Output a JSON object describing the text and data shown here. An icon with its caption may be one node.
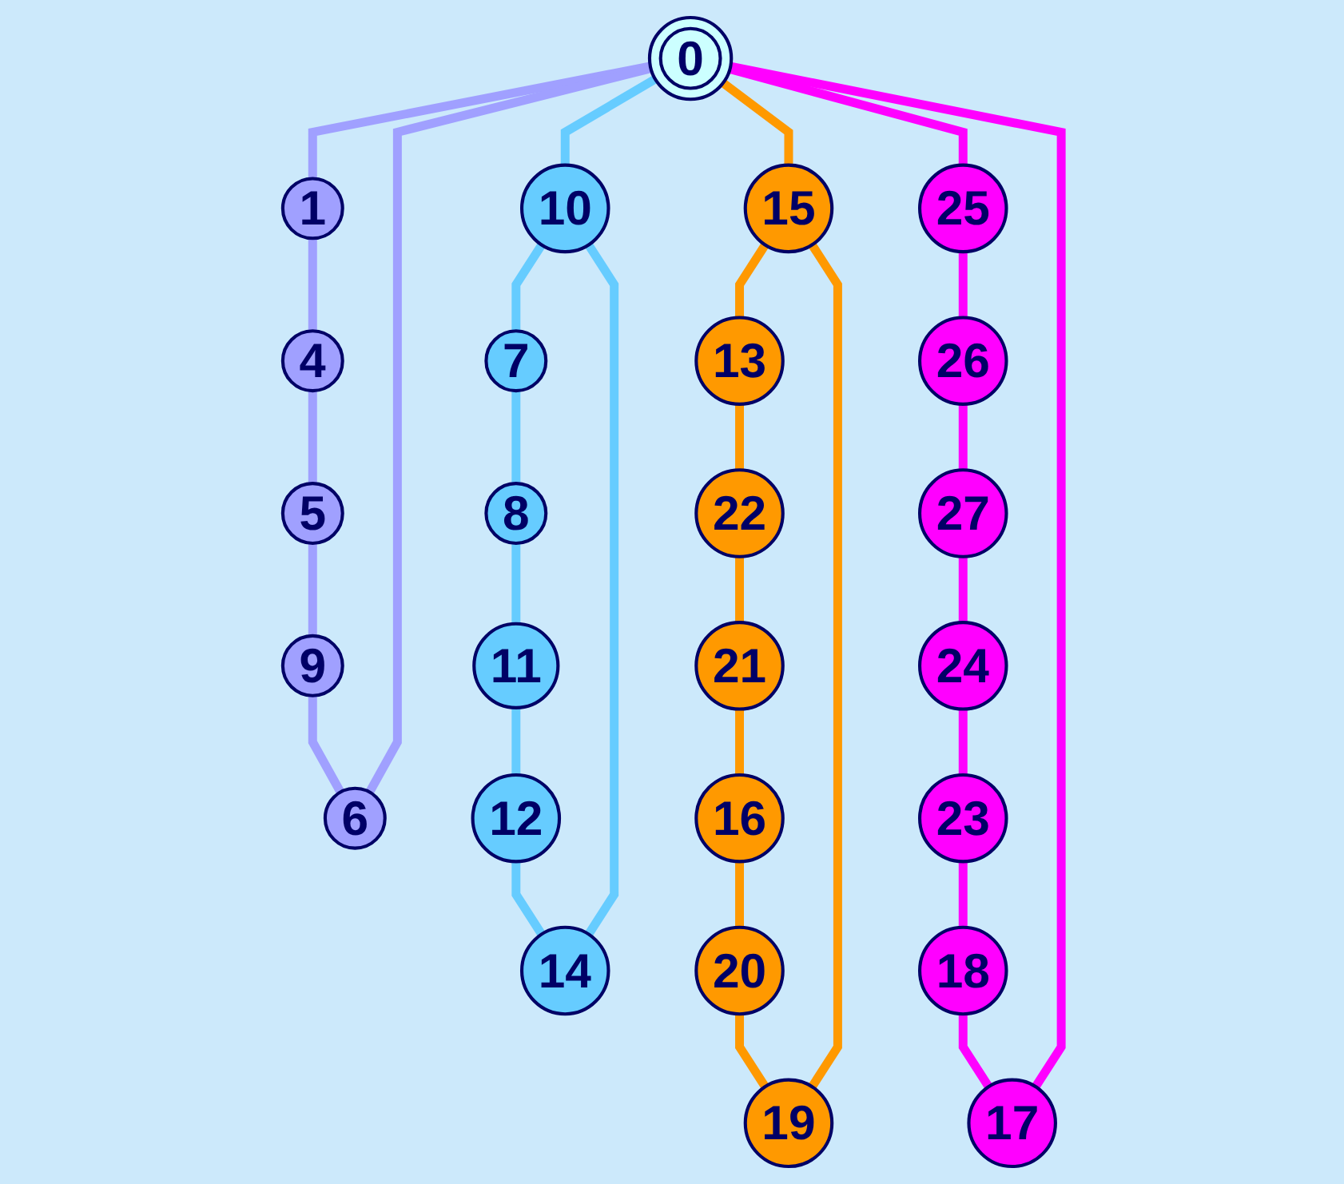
{
  "diagram": {
    "nodes": [
      {
        "text": [
          "0"
        ]
      },
      {
        "text": [
          "1"
        ]
      },
      {
        "text": [
          "4"
        ]
      },
      {
        "text": [
          "5"
        ]
      },
      {
        "text": [
          "6"
        ]
      },
      {
        "text": [
          "7"
        ]
      },
      {
        "text": [
          "8"
        ]
      },
      {
        "text": [
          "9"
        ]
      },
      {
        "text": [
          "10"
        ]
      },
      {
        "text": [
          "11"
        ]
      },
      {
        "text": [
          "12"
        ]
      },
      {
        "text": [
          "13"
        ]
      },
      {
        "text": [
          "14"
        ]
      },
      {
        "text": [
          "15"
        ]
      },
      {
        "text": [
          "16"
        ]
      },
      {
        "text": [
          "17"
        ]
      },
      {
        "text": [
          "18"
        ]
      },
      {
        "text": [
          "19"
        ]
      },
      {
        "text": [
          "20"
        ]
      },
      {
        "text": [
          "21"
        ]
      },
      {
        "text": [
          "22"
        ]
      },
      {
        "text": [
          "23"
        ]
      },
      {
        "text": [
          "24"
        ]
      },
      {
        "text": [
          "25"
        ]
      },
      {
        "text": [
          "26"
        ]
      },
      {
        "text": [
          "27"
        ]
      }
    ],
    "edges": [
      {
        "from": 0,
        "to": 1,
        "arrow": "none",
        "color": "#a0a0ff"
      },
      {
        "from": 1,
        "to": 2,
        "arrow": "none",
        "color": "#a0a0ff"
      },
      {
        "from": 2,
        "to": 3,
        "arrow": "none",
        "color": "#a0a0ff"
      },
      {
        "from": 3,
        "to": 7,
        "arrow": "none",
        "color": "#a0a0ff"
      },
      {
        "from": 7,
        "to": 4,
        "arrow": "none",
        "color": "#a0a0ff"
      },
      {
        "from": 4,
        "to": 0,
        "arrow": "none",
        "color": "#a0a0ff"
      },
      {
        "from": 0,
        "to": 8,
        "arrow": "none",
        "color": "#66ccff"
      },
      {
        "from": 8,
        "to": 5,
        "arrow": "none",
        "color": "#66ccff"
      },
      {
        "from": 5,
        "to": 6,
        "arrow": "none",
        "color": "#66ccff"
      },
      {
        "from": 6,
        "to": 9,
        "arrow": "none",
        "color": "#66ccff"
      },
      {
        "from": 9,
        "to": 10,
        "arrow": "none",
        "color": "#66ccff"
      },
      {
        "from": 10,
        "to": 12,
        "arrow": "none",
        "color": "#66ccff"
      },
      {
        "from": 12,
        "to": 8,
        "arrow": "none",
        "color": "#66ccff"
      },
      {
        "from": 0,
        "to": 13,
        "arrow": "none",
        "color": "#ff9900"
      },
      {
        "from": 13,
        "to": 11,
        "arrow": "none",
        "color": "#ff9900"
      },
      {
        "from": 11,
        "to": 20,
        "arrow": "none",
        "color": "#ff9900"
      },
      {
        "from": 20,
        "to": 19,
        "arrow": "none",
        "color": "#ff9900"
      },
      {
        "from": 19,
        "to": 14,
        "arrow": "none",
        "color": "#ff9900"
      },
      {
        "from": 14,
        "to": 18,
        "arrow": "none",
        "color": "#ff9900"
      },
      {
        "from": 18,
        "to": 17,
        "arrow": "none",
        "color": "#ff9900"
      },
      {
        "from": 17,
        "to": 13,
        "arrow": "none",
        "color": "#ff9900"
      },
      {
        "from": 0,
        "to": 23,
        "arrow": "none",
        "color": "#ff00ff"
      },
      {
        "from": 23,
        "to": 24,
        "arrow": "none",
        "color": "#ff00ff"
      },
      {
        "from": 24,
        "to": 25,
        "arrow": "none",
        "color": "#ff00ff"
      },
      {
        "from": 25,
        "to": 22,
        "arrow": "none",
        "color": "#ff00ff"
      },
      {
        "from": 22,
        "to": 21,
        "arrow": "none",
        "color": "#ff00ff"
      },
      {
        "from": 21,
        "to": 16,
        "arrow": "none",
        "color": "#ff00ff"
      },
      {
        "from": 16,
        "to": 15,
        "arrow": "none",
        "color": "#ff00ff"
      },
      {
        "from": 15,
        "to": 0,
        "arrow": "none",
        "color": "#ff00ff"
      }
    ]
  }
}
